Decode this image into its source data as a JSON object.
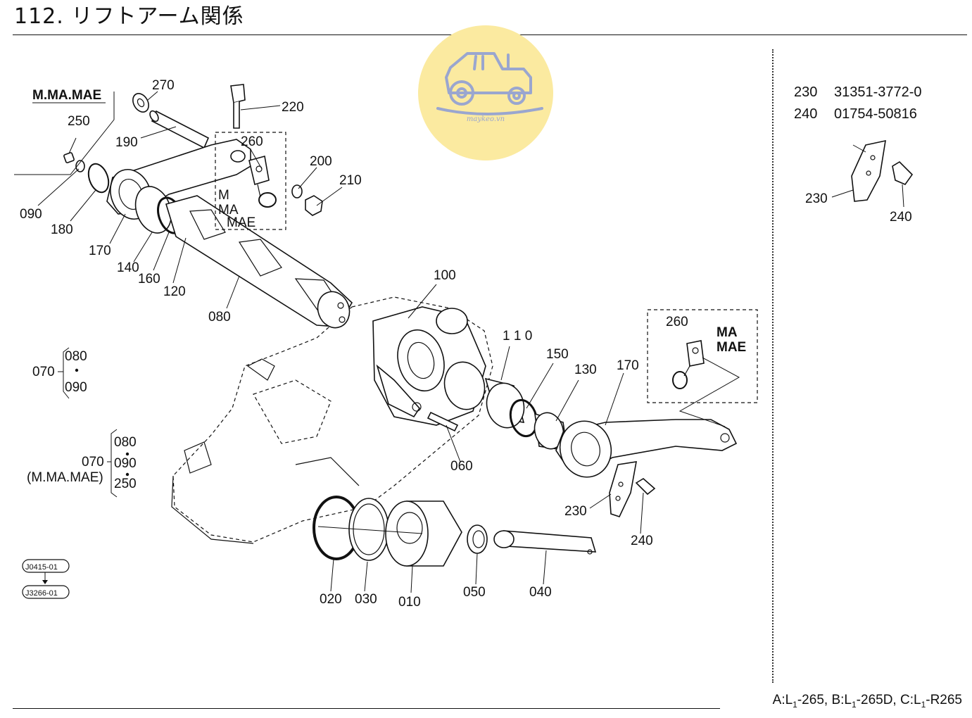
{
  "page": {
    "title": "112. リフトアーム関係"
  },
  "watermark": {
    "text": "maykeo.vn",
    "icon": "tractor-icon",
    "circle_color": "#fbeaa0",
    "icon_color": "#9aa6cf"
  },
  "parts_table": [
    {
      "no": "230",
      "part_number": "31351-3772-0"
    },
    {
      "no": "240",
      "part_number": "01754-50816"
    }
  ],
  "callouts": {
    "c270": "270",
    "c220": "220",
    "c250": "250",
    "c260a": "260",
    "c190": "190",
    "c200": "200",
    "c210": "210",
    "c090": "090",
    "c180": "180",
    "c170a": "170",
    "c140": "140",
    "c160": "160",
    "c120": "120",
    "c080": "080",
    "c100": "100",
    "c110": "1 1 0",
    "c150": "150",
    "c130": "130",
    "c170b": "170",
    "c260b": "260",
    "c060": "060",
    "c230a": "230",
    "c240a": "240",
    "c020": "020",
    "c030": "030",
    "c010": "010",
    "c050": "050",
    "c040": "040",
    "c230b": "230",
    "c240b": "240"
  },
  "variant_labels": {
    "mmamae_header": "M.MA.MAE",
    "box1_m": "M",
    "box1_ma": "MA",
    "box1_mae": "MAE",
    "box2_ma": "MA",
    "box2_mae": "MAE"
  },
  "sets": {
    "set1_code": "070",
    "set1_items": [
      "080",
      "090"
    ],
    "set2_code": "070",
    "set2_note": "(M.MA.MAE)",
    "set2_items": [
      "080",
      "090",
      "250"
    ]
  },
  "refs": {
    "ref1": "J0415-01",
    "ref2": "J3266-01"
  },
  "footer": {
    "a_prefix": "A:L",
    "a_sub": "1",
    "a_suffix": "-265, ",
    "b_prefix": "B:L",
    "b_sub": "1",
    "b_suffix": "-265D, ",
    "c_prefix": "C:L",
    "c_sub": "1",
    "c_suffix": "-R265"
  }
}
